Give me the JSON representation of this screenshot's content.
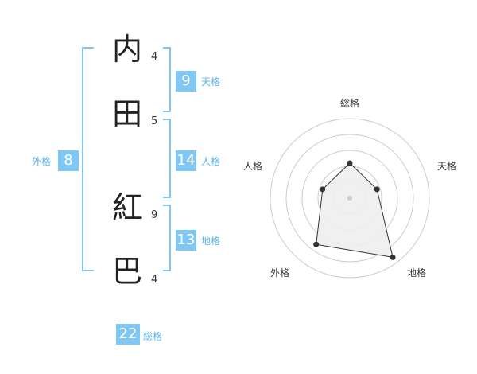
{
  "colors": {
    "accent": "#7fc8f6",
    "accent_text": "#5ab4ee",
    "bracket": "#7fc8f6",
    "radar_line": "#333333",
    "radar_fill": "#eeeeee",
    "grid": "#cccccc"
  },
  "name": {
    "characters": [
      {
        "char": "内",
        "strokes": "4"
      },
      {
        "char": "田",
        "strokes": "5"
      },
      {
        "char": "紅",
        "strokes": "9"
      },
      {
        "char": "巴",
        "strokes": "4"
      }
    ]
  },
  "fortune": {
    "tenkaku": {
      "value": "9",
      "label": "天格"
    },
    "jinkaku": {
      "value": "14",
      "label": "人格"
    },
    "chikaku": {
      "value": "13",
      "label": "地格"
    },
    "gaikaku": {
      "value": "8",
      "label": "外格"
    },
    "soukaku": {
      "value": "22",
      "label": "総格"
    }
  },
  "chart_data": {
    "type": "radar",
    "axes": [
      "総格",
      "天格",
      "地格",
      "外格",
      "人格"
    ],
    "values": [
      2.2,
      1.8,
      4.6,
      3.6,
      1.8
    ],
    "max": 5,
    "rings": 5
  }
}
